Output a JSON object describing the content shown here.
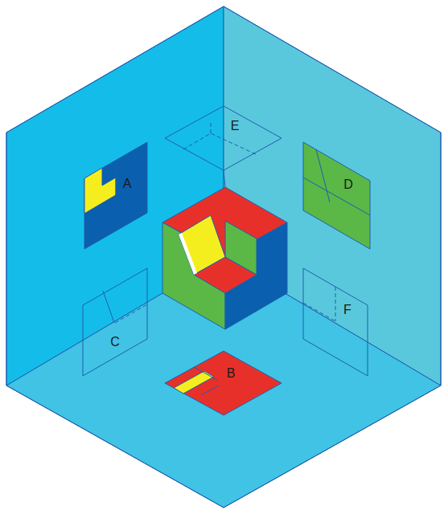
{
  "diagram": {
    "labels": [
      "E",
      "A",
      "D",
      "C",
      "F",
      "B"
    ]
  }
}
